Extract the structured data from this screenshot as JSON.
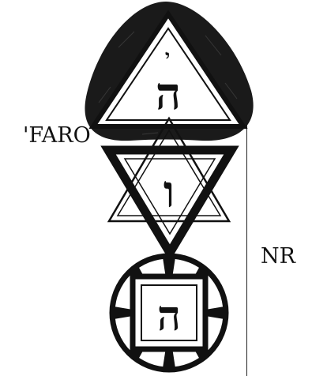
{
  "labels": {
    "left": "'FARO",
    "right": "NR"
  },
  "glyphs": {
    "top": "ה",
    "top_mark": "י",
    "middle": "ו",
    "bottom": "ה"
  },
  "colors": {
    "ink": "#111111",
    "shade": "#1a1a1a",
    "paper": "#ffffff"
  }
}
